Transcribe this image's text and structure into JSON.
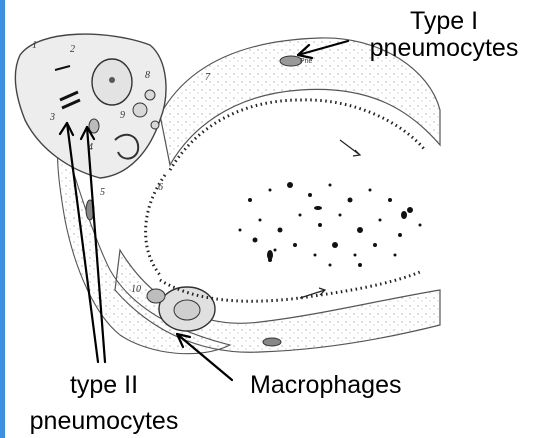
{
  "labels": {
    "type1_line1": "Type I",
    "type1_line2": "pneumocytes",
    "type2_line1": "type II",
    "type2_line2": "pneumocytes",
    "macrophages": "Macrophages"
  },
  "drawing_text": {
    "pne": "Pne",
    "numbers": [
      "1",
      "2",
      "3",
      "4",
      "5",
      "6",
      "7",
      "8",
      "9",
      "10"
    ]
  },
  "colors": {
    "accent_bar": "#3d8fe0",
    "ink": "#000000"
  }
}
